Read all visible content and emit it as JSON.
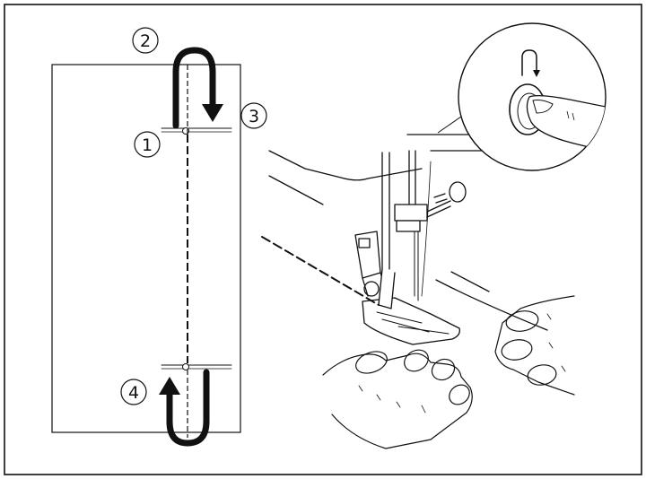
{
  "labels": {
    "step1": "1",
    "step2": "2",
    "step3": "3",
    "step4": "4"
  },
  "icons": {
    "reverse_stitch": "reverse-stitch-icon"
  },
  "colors": {
    "line": "#111111",
    "background": "#ffffff"
  }
}
